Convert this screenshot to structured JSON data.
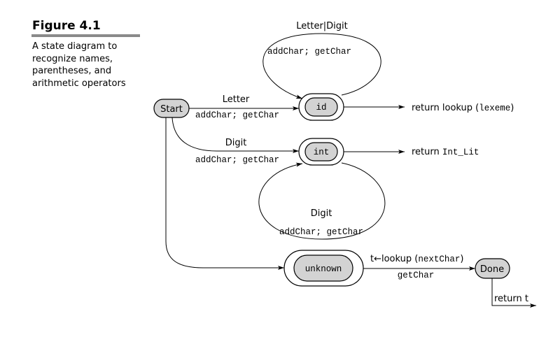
{
  "caption": {
    "title": "Figure 4.1",
    "description": [
      "A state diagram to",
      "recognize names,",
      "parentheses, and",
      "arithmetic operators"
    ]
  },
  "nodes": {
    "start": "Start",
    "id": "id",
    "int": "int",
    "unknown": "unknown",
    "done": "Done"
  },
  "edges": {
    "id_loop": {
      "label": "Letter|Digit",
      "action": "addChar; getChar"
    },
    "start_to_id": {
      "label": "Letter",
      "action": "addChar; getChar"
    },
    "id_out": {
      "text": "return lookup (",
      "code": "lexeme",
      "close": ")"
    },
    "start_to_int": {
      "label": "Digit",
      "action": "addChar; getChar"
    },
    "int_out": {
      "text": "return ",
      "code": "Int_Lit"
    },
    "int_loop": {
      "label": "Digit",
      "action": "addChar; getChar"
    },
    "unknown_to_done": {
      "text": "t←lookup (",
      "code": "nextChar",
      "close": ")",
      "action": "getChar"
    },
    "done_out": {
      "label": "return t"
    }
  }
}
